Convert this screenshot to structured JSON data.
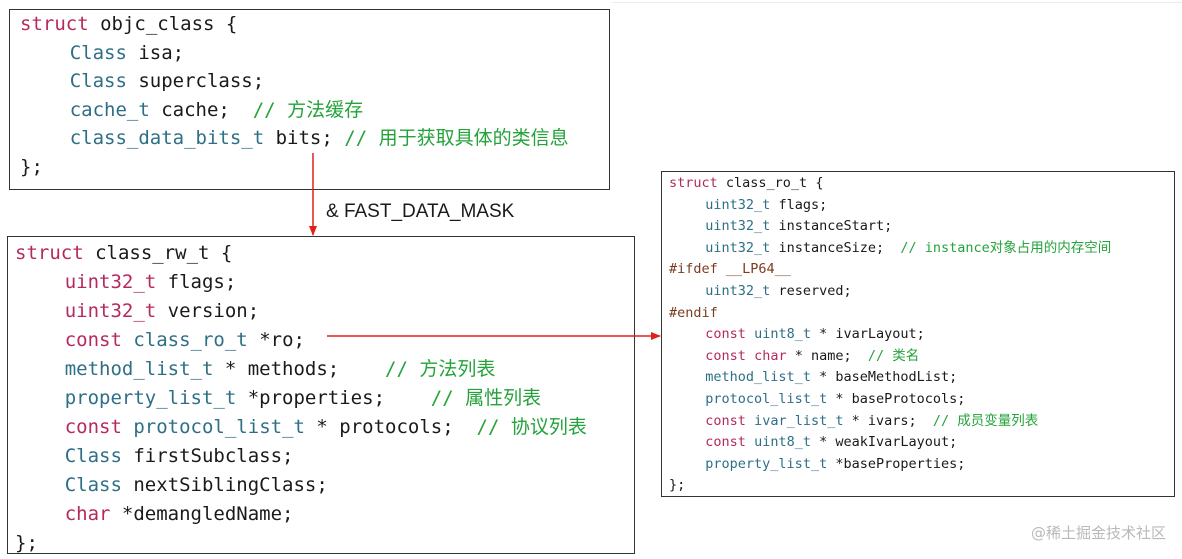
{
  "colors": {
    "keyword": "#b5295f",
    "type": "#2e6f86",
    "preprocessor": "#7b3b1f",
    "comment": "#23a33a",
    "plain": "#1a1a1a",
    "arrow": "#e0201b"
  },
  "objc_class": {
    "lines": [
      {
        "indent": 0,
        "parts": [
          {
            "t": "struct",
            "k": "kw"
          },
          {
            "t": " objc_class {",
            "k": "pl"
          }
        ]
      },
      {
        "indent": 4,
        "parts": [
          {
            "t": "Class",
            "k": "ty"
          },
          {
            "t": " isa;",
            "k": "pl"
          }
        ]
      },
      {
        "indent": 4,
        "parts": [
          {
            "t": "Class",
            "k": "ty"
          },
          {
            "t": " superclass;",
            "k": "pl"
          }
        ]
      },
      {
        "indent": 4,
        "parts": [
          {
            "t": "cache_t",
            "k": "ty"
          },
          {
            "t": " cache;  ",
            "k": "pl"
          },
          {
            "t": "// ",
            "k": "cm"
          },
          {
            "t": "方法缓存",
            "k": "cmtx"
          }
        ]
      },
      {
        "indent": 4,
        "parts": [
          {
            "t": "class_data_bits_t",
            "k": "ty"
          },
          {
            "t": " bits; ",
            "k": "pl"
          },
          {
            "t": "// ",
            "k": "cm"
          },
          {
            "t": "用于获取具体的类信息",
            "k": "cmtx"
          }
        ]
      },
      {
        "indent": 0,
        "parts": [
          {
            "t": "};",
            "k": "pl"
          }
        ]
      }
    ]
  },
  "mask_label": "& FAST_DATA_MASK",
  "class_rw_t": {
    "lines": [
      {
        "indent": 0,
        "parts": [
          {
            "t": "struct",
            "k": "kw"
          },
          {
            "t": " class_rw_t {",
            "k": "pl"
          }
        ]
      },
      {
        "indent": 4,
        "parts": [
          {
            "t": "uint32_t",
            "k": "kw"
          },
          {
            "t": " flags;",
            "k": "pl"
          }
        ]
      },
      {
        "indent": 4,
        "parts": [
          {
            "t": "uint32_t",
            "k": "kw"
          },
          {
            "t": " version;",
            "k": "pl"
          }
        ]
      },
      {
        "indent": 4,
        "parts": [
          {
            "t": "const",
            "k": "kw"
          },
          {
            "t": " ",
            "k": "pl"
          },
          {
            "t": "class_ro_t",
            "k": "ty"
          },
          {
            "t": " *ro;",
            "k": "pl"
          }
        ]
      },
      {
        "indent": 4,
        "parts": [
          {
            "t": "method_list_t",
            "k": "ty"
          },
          {
            "t": " * methods;    ",
            "k": "pl"
          },
          {
            "t": "// ",
            "k": "cm"
          },
          {
            "t": "方法列表",
            "k": "cmtx"
          }
        ]
      },
      {
        "indent": 4,
        "parts": [
          {
            "t": "property_list_t",
            "k": "ty"
          },
          {
            "t": " *properties;    ",
            "k": "pl"
          },
          {
            "t": "// ",
            "k": "cm"
          },
          {
            "t": "属性列表",
            "k": "cmtx"
          }
        ]
      },
      {
        "indent": 4,
        "parts": [
          {
            "t": "const",
            "k": "kw"
          },
          {
            "t": " ",
            "k": "pl"
          },
          {
            "t": "protocol_list_t",
            "k": "ty"
          },
          {
            "t": " * protocols;  ",
            "k": "pl"
          },
          {
            "t": "// ",
            "k": "cm"
          },
          {
            "t": "协议列表",
            "k": "cmtx"
          }
        ]
      },
      {
        "indent": 4,
        "parts": [
          {
            "t": "Class",
            "k": "ty"
          },
          {
            "t": " firstSubclass;",
            "k": "pl"
          }
        ]
      },
      {
        "indent": 4,
        "parts": [
          {
            "t": "Class",
            "k": "ty"
          },
          {
            "t": " nextSiblingClass;",
            "k": "pl"
          }
        ]
      },
      {
        "indent": 4,
        "parts": [
          {
            "t": "char",
            "k": "kw"
          },
          {
            "t": " *demangledName;",
            "k": "pl"
          }
        ]
      },
      {
        "indent": 0,
        "parts": [
          {
            "t": "};",
            "k": "pl"
          }
        ]
      }
    ]
  },
  "class_ro_t": {
    "lines": [
      {
        "indent": 0,
        "parts": [
          {
            "t": "struct",
            "k": "kw"
          },
          {
            "t": " class_ro_t {",
            "k": "pl"
          }
        ]
      },
      {
        "indent": 4,
        "parts": [
          {
            "t": "uint32_t",
            "k": "ty"
          },
          {
            "t": " flags;",
            "k": "pl"
          }
        ]
      },
      {
        "indent": 4,
        "parts": [
          {
            "t": "uint32_t",
            "k": "ty"
          },
          {
            "t": " instanceStart;",
            "k": "pl"
          }
        ]
      },
      {
        "indent": 4,
        "parts": [
          {
            "t": "uint32_t",
            "k": "ty"
          },
          {
            "t": " instanceSize;  ",
            "k": "pl"
          },
          {
            "t": "// instance",
            "k": "cm"
          },
          {
            "t": "对象占用的内存空间",
            "k": "cmtx"
          }
        ]
      },
      {
        "indent": 0,
        "parts": [
          {
            "t": "#ifdef __LP64__",
            "k": "pp"
          }
        ]
      },
      {
        "indent": 4,
        "parts": [
          {
            "t": "uint32_t",
            "k": "ty"
          },
          {
            "t": " reserved;",
            "k": "pl"
          }
        ]
      },
      {
        "indent": 0,
        "parts": [
          {
            "t": "#endif",
            "k": "pp"
          }
        ]
      },
      {
        "indent": 4,
        "parts": [
          {
            "t": "const",
            "k": "kw"
          },
          {
            "t": " ",
            "k": "pl"
          },
          {
            "t": "uint8_t",
            "k": "ty"
          },
          {
            "t": " * ivarLayout;",
            "k": "pl"
          }
        ]
      },
      {
        "indent": 4,
        "parts": [
          {
            "t": "const",
            "k": "kw"
          },
          {
            "t": " ",
            "k": "pl"
          },
          {
            "t": "char",
            "k": "kw"
          },
          {
            "t": " * name;  ",
            "k": "pl"
          },
          {
            "t": "// ",
            "k": "cm"
          },
          {
            "t": "类名",
            "k": "cmtx"
          }
        ]
      },
      {
        "indent": 4,
        "parts": [
          {
            "t": "method_list_t",
            "k": "ty"
          },
          {
            "t": " * baseMethodList;",
            "k": "pl"
          }
        ]
      },
      {
        "indent": 4,
        "parts": [
          {
            "t": "protocol_list_t",
            "k": "ty"
          },
          {
            "t": " * baseProtocols;",
            "k": "pl"
          }
        ]
      },
      {
        "indent": 4,
        "parts": [
          {
            "t": "const",
            "k": "kw"
          },
          {
            "t": " ",
            "k": "pl"
          },
          {
            "t": "ivar_list_t",
            "k": "ty"
          },
          {
            "t": " * ivars;  ",
            "k": "pl"
          },
          {
            "t": "// ",
            "k": "cm"
          },
          {
            "t": "成员变量列表",
            "k": "cmtx"
          }
        ]
      },
      {
        "indent": 4,
        "parts": [
          {
            "t": "const",
            "k": "kw"
          },
          {
            "t": " ",
            "k": "pl"
          },
          {
            "t": "uint8_t",
            "k": "ty"
          },
          {
            "t": " * weakIvarLayout;",
            "k": "pl"
          }
        ]
      },
      {
        "indent": 4,
        "parts": [
          {
            "t": "property_list_t",
            "k": "ty"
          },
          {
            "t": " *baseProperties;",
            "k": "pl"
          }
        ]
      },
      {
        "indent": 0,
        "parts": [
          {
            "t": "};",
            "k": "pl"
          }
        ]
      }
    ]
  },
  "watermark": "@稀土掘金技术社区"
}
